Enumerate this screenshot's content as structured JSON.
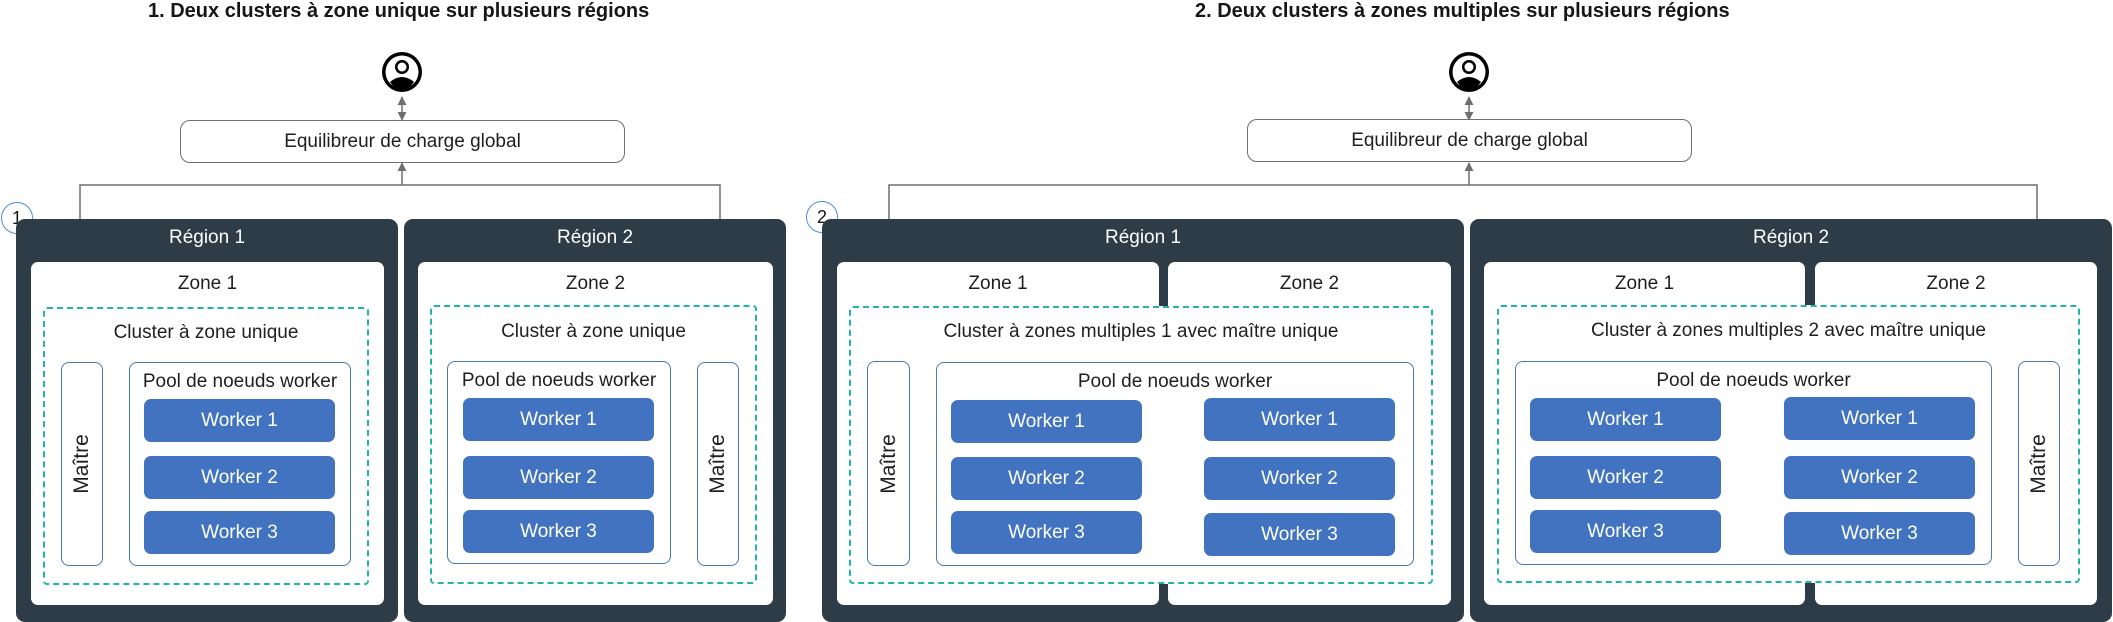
{
  "diagram1": {
    "title": "1. Deux clusters à zone unique sur plusieurs régions",
    "badge": "1",
    "load_balancer": "Equilibreur de charge global",
    "regions": [
      {
        "label": "Région 1",
        "zone": "Zone 1",
        "cluster": "Cluster à zone unique",
        "master": "Maître",
        "pool": "Pool de noeuds worker",
        "workers": [
          "Worker 1",
          "Worker 2",
          "Worker 3"
        ]
      },
      {
        "label": "Région 2",
        "zone": "Zone 2",
        "cluster": "Cluster à zone unique",
        "master": "Maître",
        "pool": "Pool de noeuds worker",
        "workers": [
          "Worker 1",
          "Worker 2",
          "Worker 3"
        ]
      }
    ]
  },
  "diagram2": {
    "title": "2. Deux clusters à zones multiples sur plusieurs régions",
    "badge": "2",
    "load_balancer": "Equilibreur de charge global",
    "regions": [
      {
        "label": "Région 1",
        "zones": [
          "Zone 1",
          "Zone 2"
        ],
        "cluster": "Cluster à zones multiples 1 avec maître unique",
        "master": "Maître",
        "pool": "Pool de noeuds worker",
        "workers_a": [
          "Worker 1",
          "Worker 2",
          "Worker 3"
        ],
        "workers_b": [
          "Worker 1",
          "Worker 2",
          "Worker 3"
        ]
      },
      {
        "label": "Région 2",
        "zones": [
          "Zone 1",
          "Zone 2"
        ],
        "cluster": "Cluster à zones multiples 2 avec maître unique",
        "master": "Maître",
        "pool": "Pool de noeuds worker",
        "workers_a": [
          "Worker 1",
          "Worker 2",
          "Worker 3"
        ],
        "workers_b": [
          "Worker 1",
          "Worker 2",
          "Worker 3"
        ]
      }
    ]
  },
  "colors": {
    "region_bg": "#2d3c47",
    "worker_bg": "#4173c0",
    "cluster_border": "#1fb5a8",
    "pool_border": "#4a78b5"
  }
}
